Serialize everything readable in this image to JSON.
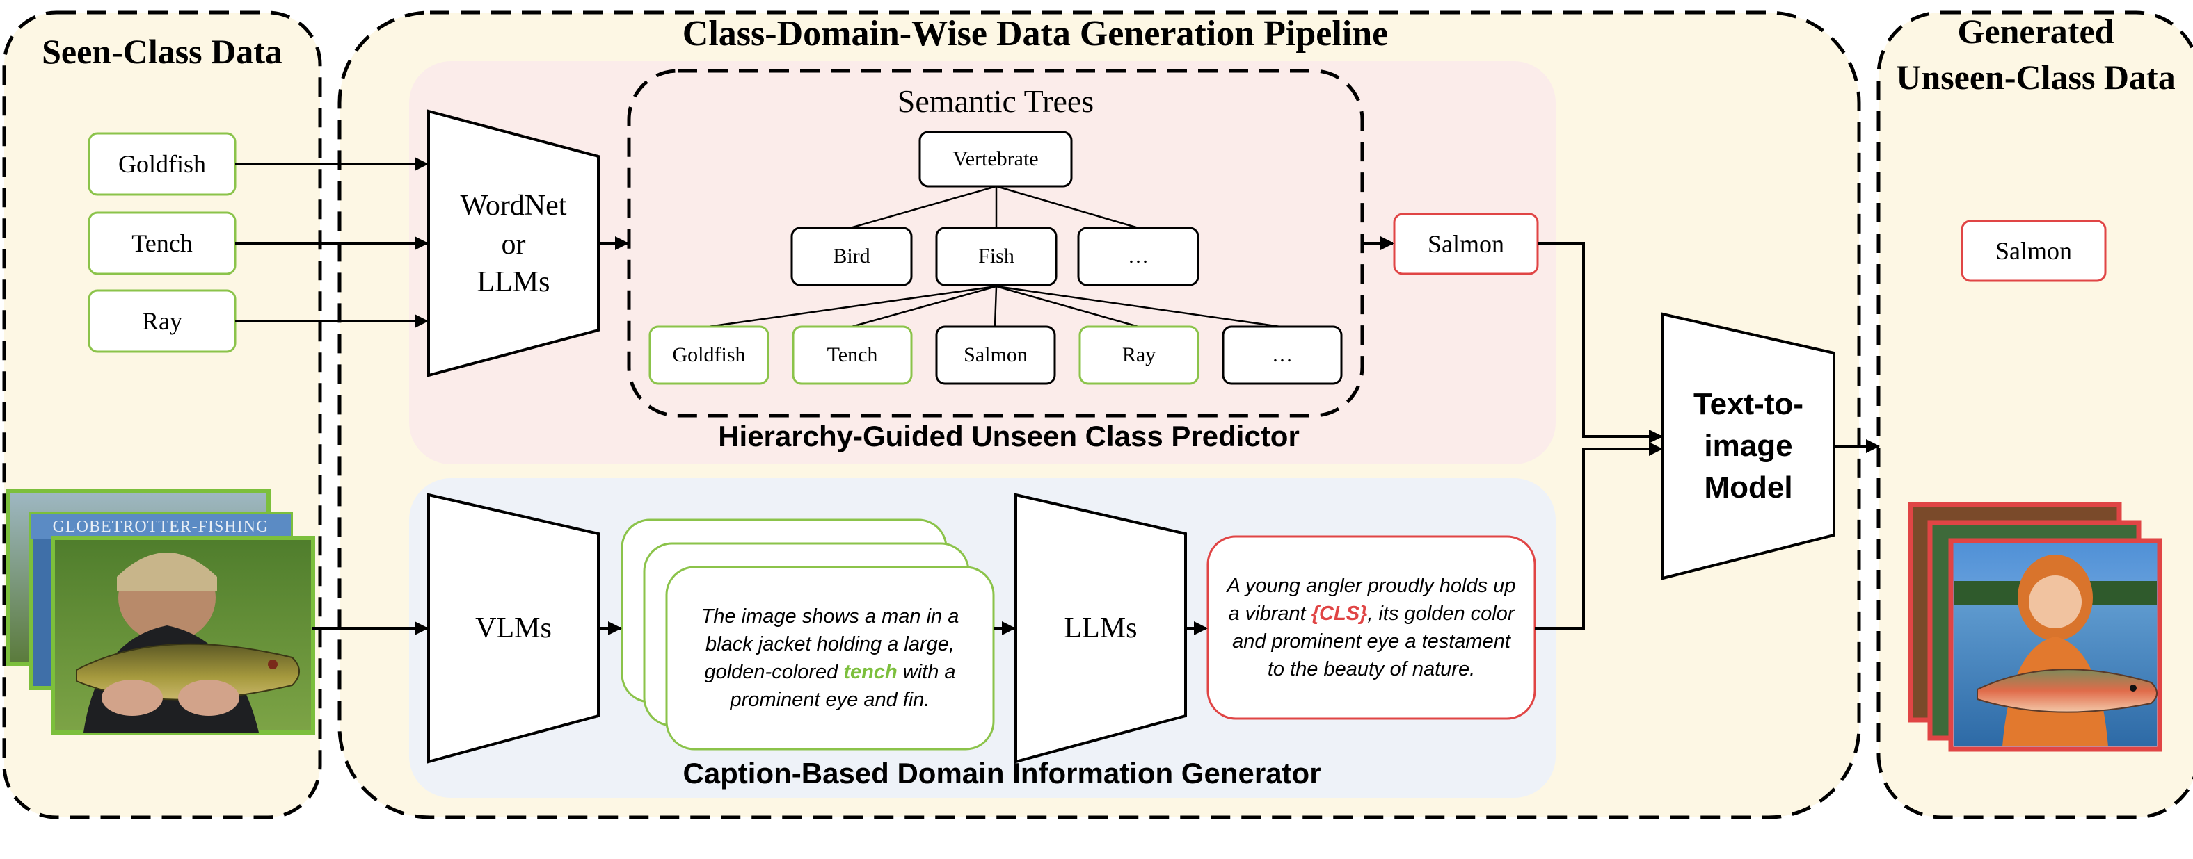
{
  "colors": {
    "panel_yellow": "#fdf7e4",
    "predictor_bg": "#fbecea",
    "generator_bg": "#eef2f8",
    "seen_green": "#8bc34a",
    "unseen_red": "#e04545",
    "highlight_green": "#7cbf3c"
  },
  "seen_panel": {
    "title": "Seen-Class Data",
    "classes": [
      "Goldfish",
      "Tench",
      "Ray"
    ],
    "image_banner": "GLOBETROTTER-FISHING"
  },
  "pipeline": {
    "title": "Class-Domain-Wise Data Generation Pipeline",
    "predictor": {
      "title": "Hierarchy-Guided Unseen Class Predictor",
      "model_lines": [
        "WordNet",
        "or",
        "LLMs"
      ],
      "tree_title": "Semantic Trees",
      "root": "Vertebrate",
      "level1": [
        "Bird",
        "Fish",
        "…"
      ],
      "level2": [
        "Goldfish",
        "Tench",
        "Salmon",
        "Ray",
        "…"
      ],
      "predicted_class": "Salmon"
    },
    "generator": {
      "title": "Caption-Based Domain Information Generator",
      "vlm_label": "VLMs",
      "llm_label": "LLMs",
      "caption_parts": [
        "The image shows a man in a black jacket holding a large, golden-colored ",
        "tench",
        " with a prominent eye and fin."
      ],
      "template_parts": [
        "A young angler proudly holds up a vibrant ",
        "{CLS}",
        ", its golden color and prominent eye a testament to the beauty of nature."
      ]
    },
    "t2i_lines": [
      "Text-to-",
      "image",
      "Model"
    ]
  },
  "unseen_panel": {
    "title_lines": [
      "Generated",
      "Unseen-Class Data"
    ],
    "class_label": "Salmon"
  }
}
